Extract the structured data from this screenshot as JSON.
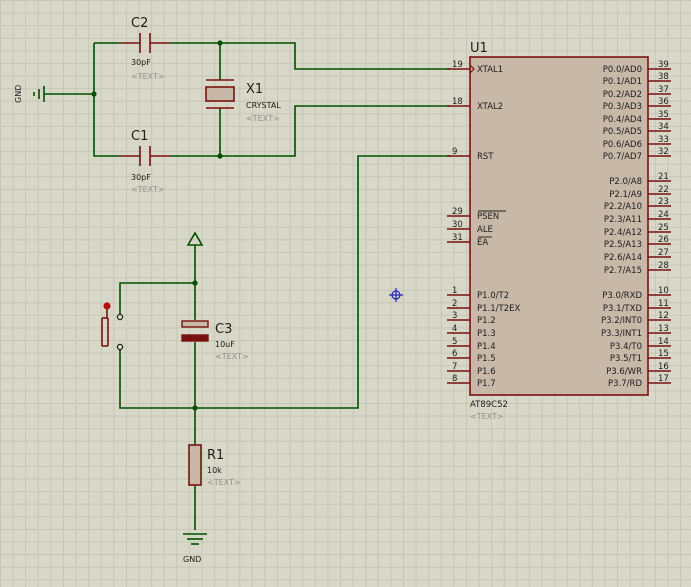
{
  "u1": {
    "ref": "U1",
    "part": "AT89C52",
    "text": "<TEXT>",
    "left_pins": [
      {
        "num": "19",
        "name": "XTAL1"
      },
      {
        "num": "18",
        "name": "XTAL2"
      },
      {
        "num": "9",
        "name": "RST"
      },
      {
        "num": "29",
        "name": "PSEN"
      },
      {
        "num": "30",
        "name": "ALE"
      },
      {
        "num": "31",
        "name": "EA"
      },
      {
        "num": "1",
        "name": "P1.0/T2"
      },
      {
        "num": "2",
        "name": "P1.1/T2EX"
      },
      {
        "num": "3",
        "name": "P1.2"
      },
      {
        "num": "4",
        "name": "P1.3"
      },
      {
        "num": "5",
        "name": "P1.4"
      },
      {
        "num": "6",
        "name": "P1.5"
      },
      {
        "num": "7",
        "name": "P1.6"
      },
      {
        "num": "8",
        "name": "P1.7"
      }
    ],
    "right_pins": [
      {
        "num": "39",
        "name": "P0.0/AD0"
      },
      {
        "num": "38",
        "name": "P0.1/AD1"
      },
      {
        "num": "37",
        "name": "P0.2/AD2"
      },
      {
        "num": "36",
        "name": "P0.3/AD3"
      },
      {
        "num": "35",
        "name": "P0.4/AD4"
      },
      {
        "num": "34",
        "name": "P0.5/AD5"
      },
      {
        "num": "33",
        "name": "P0.6/AD6"
      },
      {
        "num": "32",
        "name": "P0.7/AD7"
      },
      {
        "num": "21",
        "name": "P2.0/A8"
      },
      {
        "num": "22",
        "name": "P2.1/A9"
      },
      {
        "num": "23",
        "name": "P2.2/A10"
      },
      {
        "num": "24",
        "name": "P2.3/A11"
      },
      {
        "num": "25",
        "name": "P2.4/A12"
      },
      {
        "num": "26",
        "name": "P2.5/A13"
      },
      {
        "num": "27",
        "name": "P2.6/A14"
      },
      {
        "num": "28",
        "name": "P2.7/A15"
      },
      {
        "num": "10",
        "name": "P3.0/RXD"
      },
      {
        "num": "11",
        "name": "P3.1/TXD"
      },
      {
        "num": "12",
        "name": "P3.2/INT0"
      },
      {
        "num": "13",
        "name": "P3.3/INT1"
      },
      {
        "num": "14",
        "name": "P3.4/T0"
      },
      {
        "num": "15",
        "name": "P3.5/T1"
      },
      {
        "num": "16",
        "name": "P3.6/WR"
      },
      {
        "num": "17",
        "name": "P3.7/RD"
      }
    ]
  },
  "c1": {
    "ref": "C1",
    "value": "30pF",
    "text": "<TEXT>"
  },
  "c2": {
    "ref": "C2",
    "value": "30pF",
    "text": "<TEXT>"
  },
  "c3": {
    "ref": "C3",
    "value": "10uF",
    "text": "<TEXT>"
  },
  "x1": {
    "ref": "X1",
    "value": "CRYSTAL",
    "text": "<TEXT>"
  },
  "r1": {
    "ref": "R1",
    "value": "10k",
    "text": "<TEXT>"
  },
  "gnd_labels": {
    "left": "GND",
    "bottom": "GND"
  },
  "colors": {
    "background": "#d8d8c8",
    "grid": "#c6c6b6",
    "wire": "#005000",
    "component": "#7a1010",
    "body_fill": "#c8b8a8"
  }
}
